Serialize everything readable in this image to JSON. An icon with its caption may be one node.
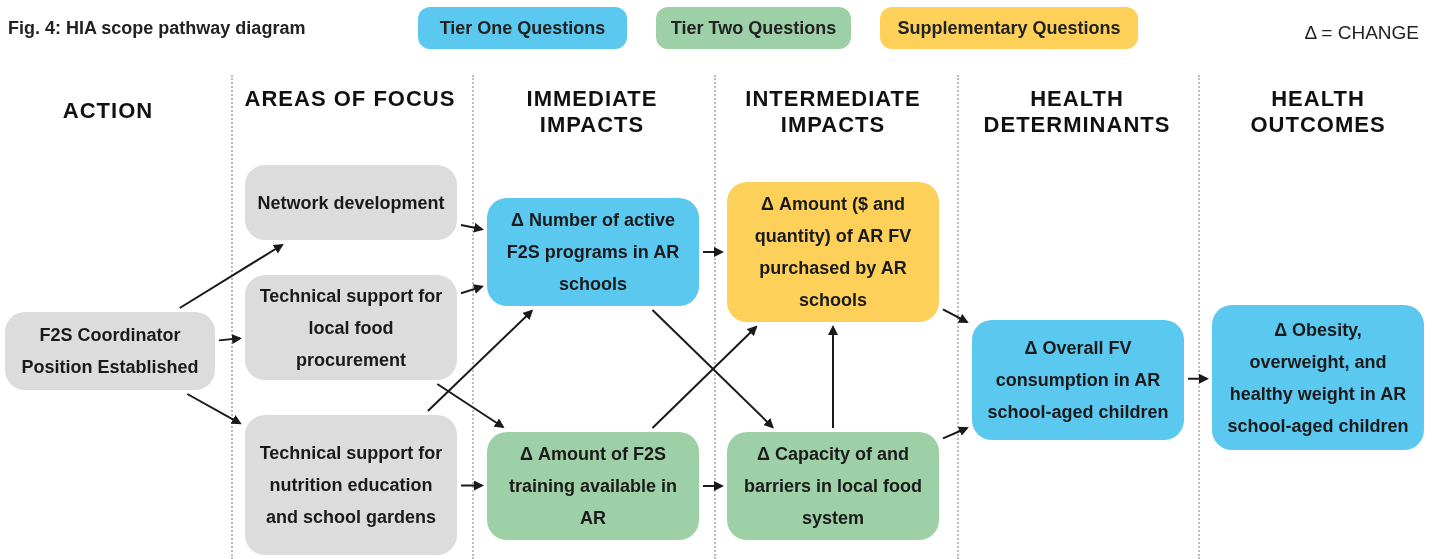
{
  "diagram": {
    "title": "Fig. 4: HIA scope pathway diagram",
    "nodes": [
      {
        "text": [
          "F2S Coordinator Position Established"
        ]
      },
      {
        "text": [
          "Network development"
        ]
      },
      {
        "text": [
          "Technical support for local food procurement"
        ]
      },
      {
        "text": [
          "Technical support for nutrition education and school gardens"
        ]
      },
      {
        "text": [
          "Δ Number of active F2S programs in AR schools"
        ]
      },
      {
        "text": [
          "Δ Amount of F2S training available in AR"
        ]
      },
      {
        "text": [
          "Δ Amount ($ and quantity) of AR FV purchased by AR schools"
        ]
      },
      {
        "text": [
          "Δ Capacity of and barriers in local food system"
        ]
      },
      {
        "text": [
          "Δ Overall FV consumption in AR school-aged children"
        ]
      },
      {
        "text": [
          "Δ Obesity, overweight, and healthy weight in AR school-aged children"
        ]
      }
    ],
    "edges": [
      {
        "from": 0,
        "to": 1,
        "arrow": "to"
      },
      {
        "from": 0,
        "to": 2,
        "arrow": "to"
      },
      {
        "from": 0,
        "to": 3,
        "arrow": "to"
      },
      {
        "from": 1,
        "to": 4,
        "arrow": "to"
      },
      {
        "from": 2,
        "to": 4,
        "arrow": "to"
      },
      {
        "from": 2,
        "to": 5,
        "arrow": "to"
      },
      {
        "from": 3,
        "to": 4,
        "arrow": "to"
      },
      {
        "from": 3,
        "to": 5,
        "arrow": "to"
      },
      {
        "from": 4,
        "to": 6,
        "arrow": "to"
      },
      {
        "from": 4,
        "to": 7,
        "arrow": "to"
      },
      {
        "from": 5,
        "to": 6,
        "arrow": "to"
      },
      {
        "from": 5,
        "to": 7,
        "arrow": "to"
      },
      {
        "from": 7,
        "to": 6,
        "arrow": "to"
      },
      {
        "from": 6,
        "to": 8,
        "arrow": "to"
      },
      {
        "from": 7,
        "to": 8,
        "arrow": "to"
      },
      {
        "from": 8,
        "to": 9,
        "arrow": "to"
      }
    ],
    "labels": [
      "Δ = CHANGE",
      "ACTION",
      "AREAS OF FOCUS",
      "IMMEDIATE IMPACTS",
      "INTERMEDIATE IMPACTS",
      "HEALTH DETERMINANTS",
      "HEALTH OUTCOMES"
    ],
    "legend": [
      {
        "text": "Tier One Questions",
        "color": "#5bc8f0"
      },
      {
        "text": "Tier Two Questions",
        "color": "#9dd0a6"
      },
      {
        "text": "Supplementary Questions",
        "color": "#fdd05a"
      }
    ]
  }
}
